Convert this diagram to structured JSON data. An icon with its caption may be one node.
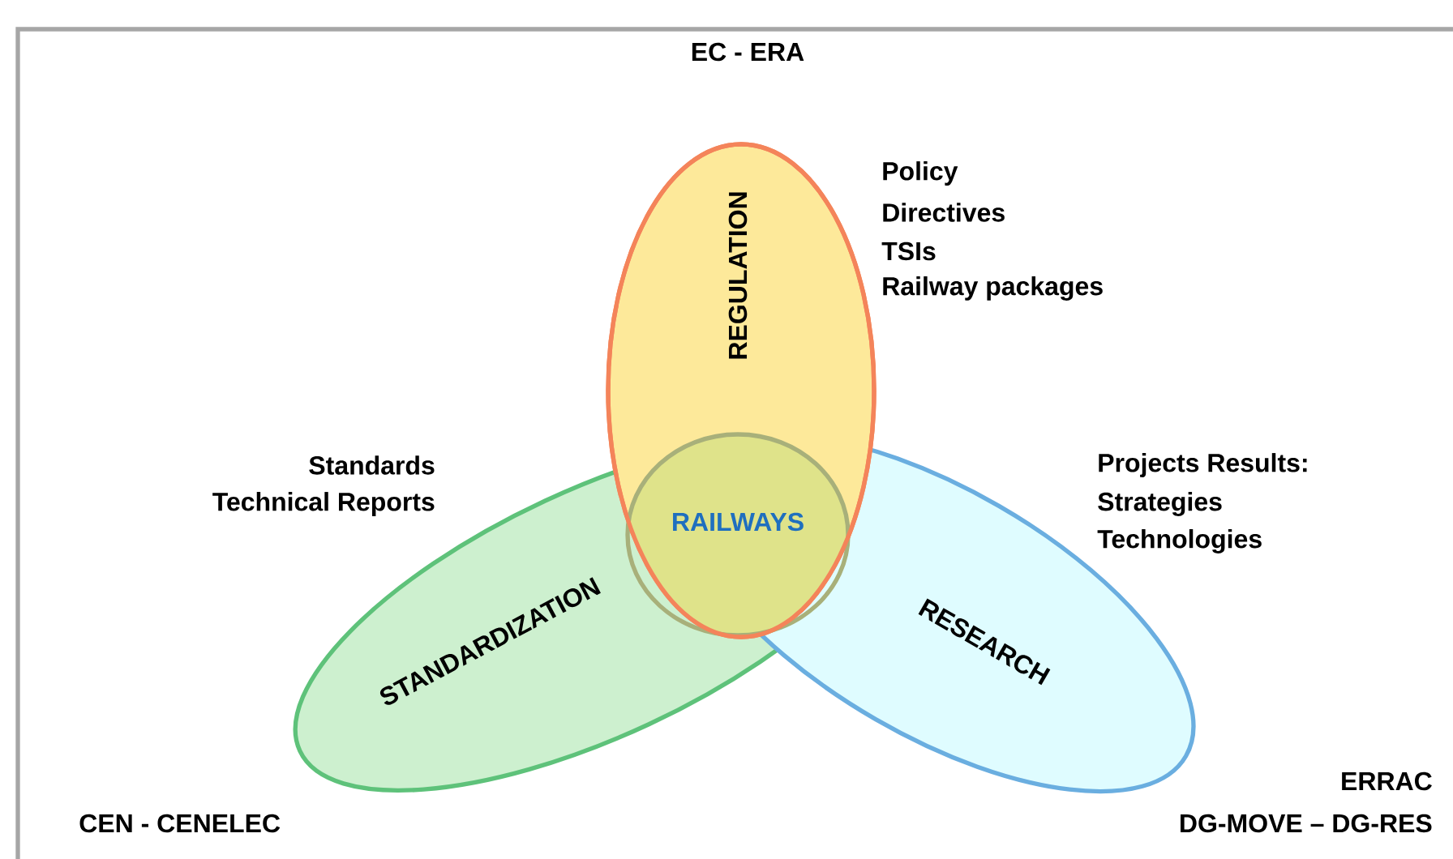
{
  "diagram": {
    "nodes": [
      {
        "text": [
          "REGULATION"
        ],
        "beside": [
          "EC - ERA",
          "Policy",
          "Directives",
          "TSIs",
          "Railway packages"
        ]
      },
      {
        "text": [
          "STANDARDIZATION"
        ],
        "beside": [
          "Standards",
          "Technical Reports",
          "CEN - CENELEC"
        ]
      },
      {
        "text": [
          "RESEARCH"
        ],
        "beside": [
          "Projects Results:",
          "Strategies",
          "Technologies",
          "ERRAC",
          "DG-MOVE – DG-RES"
        ]
      },
      {
        "text": [
          "RAILWAYS"
        ]
      }
    ]
  }
}
